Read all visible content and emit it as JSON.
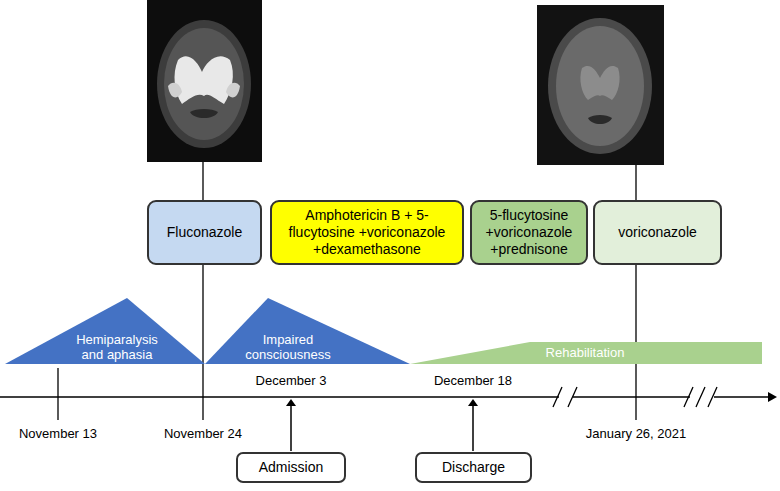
{
  "diagram": {
    "nodes": [
      {
        "text": [
          "Fluconazole"
        ]
      },
      {
        "text": [
          "Amphotericin B + 5- flucytosine +voriconazole +dexamethasone"
        ]
      },
      {
        "text": [
          "5-flucytosine +voriconazole +prednisone"
        ]
      },
      {
        "text": [
          "voriconazole"
        ]
      },
      {
        "text": [
          "Hemiparalysis and aphasia"
        ]
      },
      {
        "text": [
          "Impaired consciousness"
        ]
      },
      {
        "text": [
          "Rehabilitation"
        ]
      },
      {
        "text": [
          "Admission"
        ]
      },
      {
        "text": [
          "Discharge"
        ]
      }
    ],
    "labels": [
      "November 13",
      "November 24",
      "December 3",
      "December 18",
      "January 26, 2021"
    ]
  }
}
